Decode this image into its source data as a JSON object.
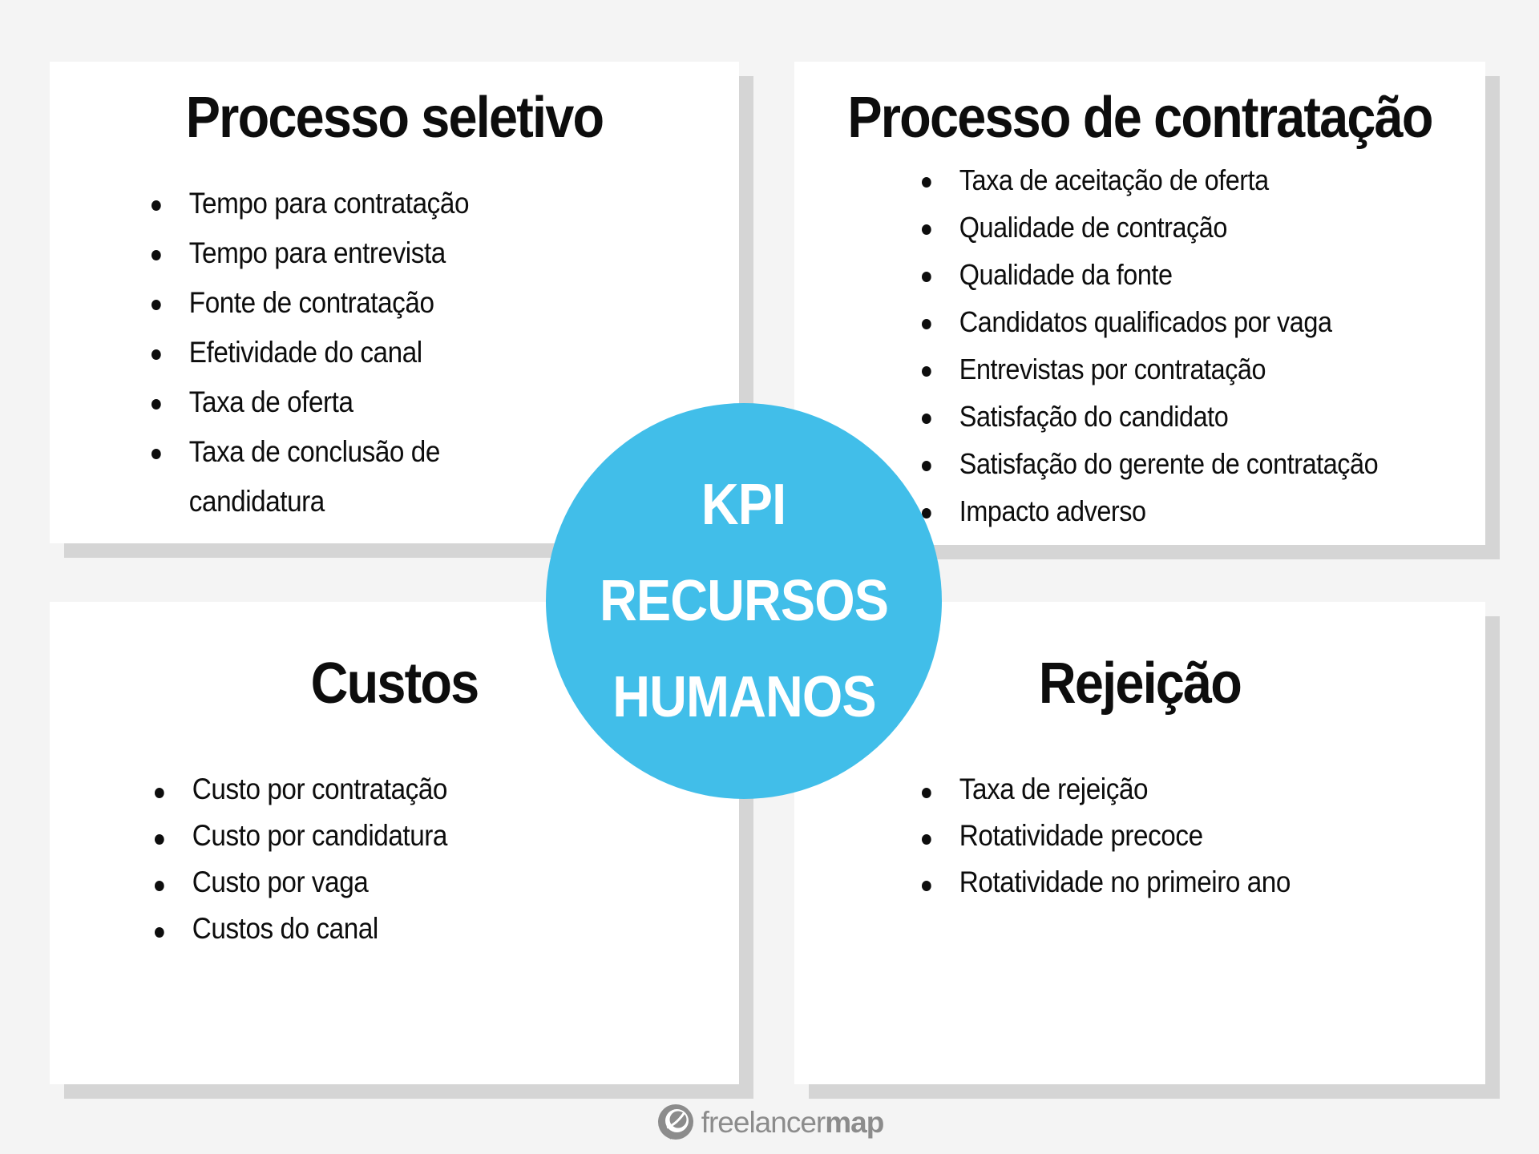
{
  "colors": {
    "background": "#f4f4f4",
    "card_bg": "#ffffff",
    "shadow": "#d5d5d5",
    "accent": "#41bee9",
    "text": "#0d0d0d",
    "logo_gray": "#8c8c8c"
  },
  "center_badge": {
    "lines": [
      "KPI",
      "RECURSOS",
      "HUMANOS"
    ]
  },
  "cards": [
    {
      "id": "processo-seletivo",
      "title": "Processo seletivo",
      "items": [
        "Tempo para contratação",
        "Tempo para entrevista",
        "Fonte de contratação",
        "Efetividade do canal",
        "Taxa de oferta",
        "Taxa de conclusão de candidatura"
      ]
    },
    {
      "id": "processo-de-contratacao",
      "title": "Processo de contratação",
      "items": [
        "Taxa de aceitação de oferta",
        "Qualidade de contração",
        "Qualidade da fonte",
        "Candidatos qualificados por vaga",
        "Entrevistas por contratação",
        "Satisfação do candidato",
        "Satisfação do gerente de contratação",
        "Impacto adverso"
      ]
    },
    {
      "id": "custos",
      "title": "Custos",
      "items": [
        "Custo por contratação",
        "Custo por candidatura",
        "Custo por vaga",
        "Custos do canal"
      ]
    },
    {
      "id": "rejeicao",
      "title": "Rejeição",
      "items": [
        "Taxa de rejeição",
        "Rotatividade precoce",
        "Rotatividade no primeiro ano"
      ]
    }
  ],
  "footer": {
    "brand_prefix": "freelancer",
    "brand_suffix": "map"
  }
}
